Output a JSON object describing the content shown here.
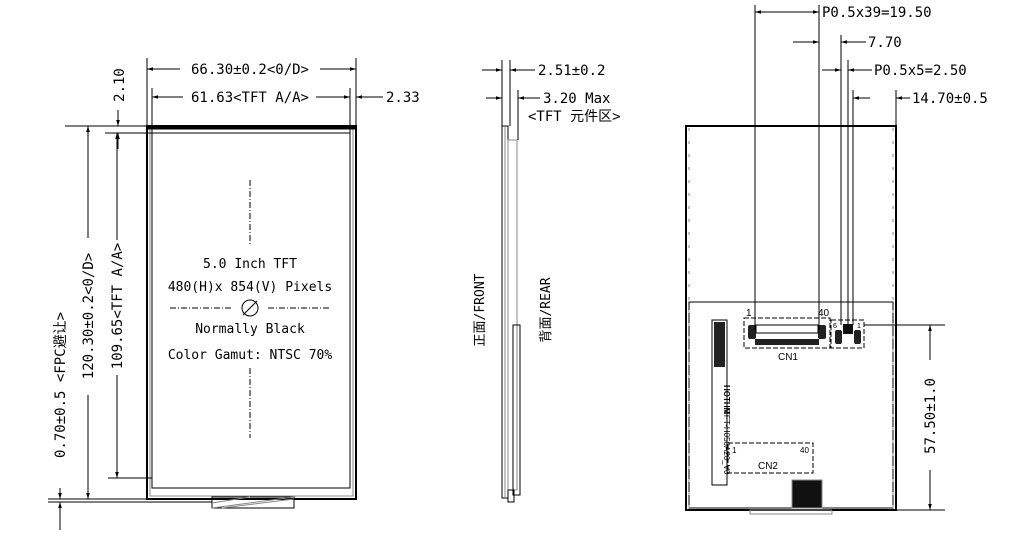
{
  "front_view": {
    "dims": {
      "outline_width": "66.30±0.2<0/D>",
      "active_width": "61.63<TFT A/A>",
      "right_margin": "2.33",
      "top_margin": "2.10",
      "outline_height": "120.30±0.2<0/D>",
      "active_height": "109.65<TFT A/A>",
      "fpc_clearance": "0.70±0.5 <FPC避让>"
    },
    "specs": [
      "5.0 Inch TFT",
      "480(H)x 854(V) Pixels",
      "Normally Black",
      "Color Gamut: NTSC 70%"
    ]
  },
  "side_view": {
    "dims": {
      "thickness": "2.51±0.2",
      "max_thickness": "3.20 Max",
      "max_note": "<TFT 元件区>"
    },
    "front_label": "正面/FRONT",
    "rear_label": "背面/REAR"
  },
  "rear_view": {
    "dims": {
      "cn1_pitch": "P0.5x39=19.50",
      "offset_770": "7.70",
      "small_pitch": "P0.5x5=2.50",
      "right_offset": "14.70±0.5",
      "pcb_height": "57.50±1.0"
    },
    "cn1": {
      "label": "CN1",
      "pin_first": "1",
      "pin_last": "40"
    },
    "cn2": {
      "label": "CN2",
      "pin_first": "1",
      "pin_last": "40"
    },
    "small_conn": {
      "pin_first": "6",
      "pin_last": "1"
    },
    "brand": "HOTHM",
    "model": "TFT-H050A26_V0"
  }
}
